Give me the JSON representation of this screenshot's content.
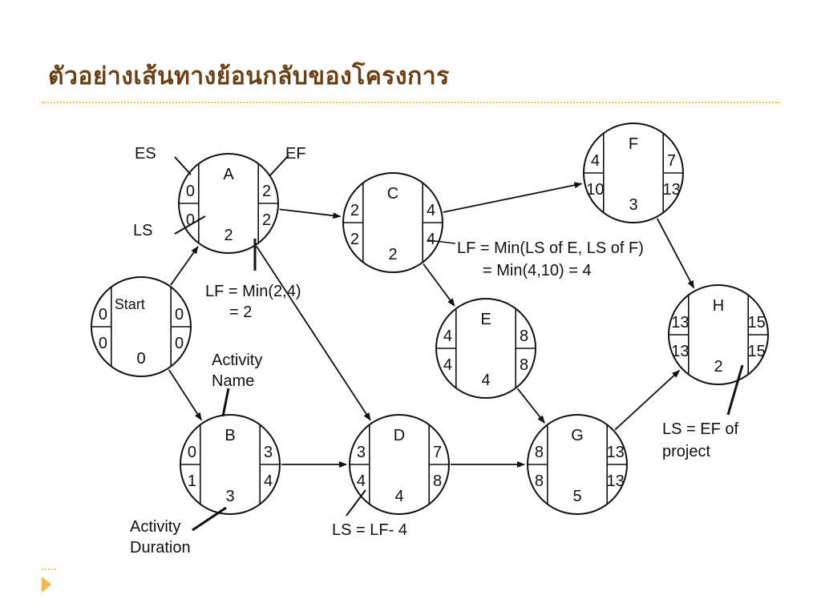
{
  "title": "ตัวอย่างเส้นทางย้อนกลับของโครงการ",
  "nodes": [
    {
      "id": "A",
      "label": "A",
      "es": "0",
      "ef": "2",
      "ls": "0",
      "lf": "2",
      "duration": "2"
    },
    {
      "id": "B",
      "label": "B",
      "es": "0",
      "ef": "3",
      "ls": "1",
      "lf": "4",
      "duration": "3"
    },
    {
      "id": "C",
      "label": "C",
      "es": "2",
      "ef": "4",
      "ls": "2",
      "lf": "4",
      "duration": "2"
    },
    {
      "id": "D",
      "label": "D",
      "es": "3",
      "ef": "7",
      "ls": "4",
      "lf": "8",
      "duration": "4"
    },
    {
      "id": "E",
      "label": "E",
      "es": "4",
      "ef": "8",
      "ls": "4",
      "lf": "8",
      "duration": "4"
    },
    {
      "id": "F",
      "label": "F",
      "es": "4",
      "ef": "7",
      "ls": "10",
      "lf": "13",
      "duration": "3"
    },
    {
      "id": "G",
      "label": "G",
      "es": "8",
      "ef": "13",
      "ls": "8",
      "lf": "13",
      "duration": "5"
    },
    {
      "id": "H",
      "label": "H",
      "es": "13",
      "ef": "15",
      "ls": "13",
      "lf": "15",
      "duration": "2"
    },
    {
      "id": "Start",
      "label": "Start",
      "es": "0",
      "ef": "0",
      "ls": "0",
      "lf": "0",
      "duration": "0"
    }
  ],
  "edges": [
    [
      "Start",
      "A"
    ],
    [
      "Start",
      "B"
    ],
    [
      "A",
      "C"
    ],
    [
      "A",
      "D"
    ],
    [
      "B",
      "D"
    ],
    [
      "C",
      "F"
    ],
    [
      "C",
      "E"
    ],
    [
      "E",
      "G"
    ],
    [
      "D",
      "G"
    ],
    [
      "F",
      "H"
    ],
    [
      "G",
      "H"
    ]
  ],
  "annotations": {
    "es": "ES",
    "ef": "EF",
    "ls": "LS",
    "lf_a_line1": "LF = Min(2,4)",
    "lf_a_line2": "= 2",
    "lf_c_line1": "LF = Min(LS of E, LS of F)",
    "lf_c_line2": "= Min(4,10) = 4",
    "activity_name_line1": "Activity",
    "activity_name_line2": "Name",
    "activity_duration_line1": "Activity",
    "activity_duration_line2": "Duration",
    "ls_d": "LS = LF- 4",
    "ls_h_line1": "LS = EF of",
    "ls_h_line2": "project"
  },
  "colors": {
    "title": "#6b3f14",
    "accent": "#f2c94c",
    "bullet": "#f2b84c",
    "ink": "#111111"
  }
}
